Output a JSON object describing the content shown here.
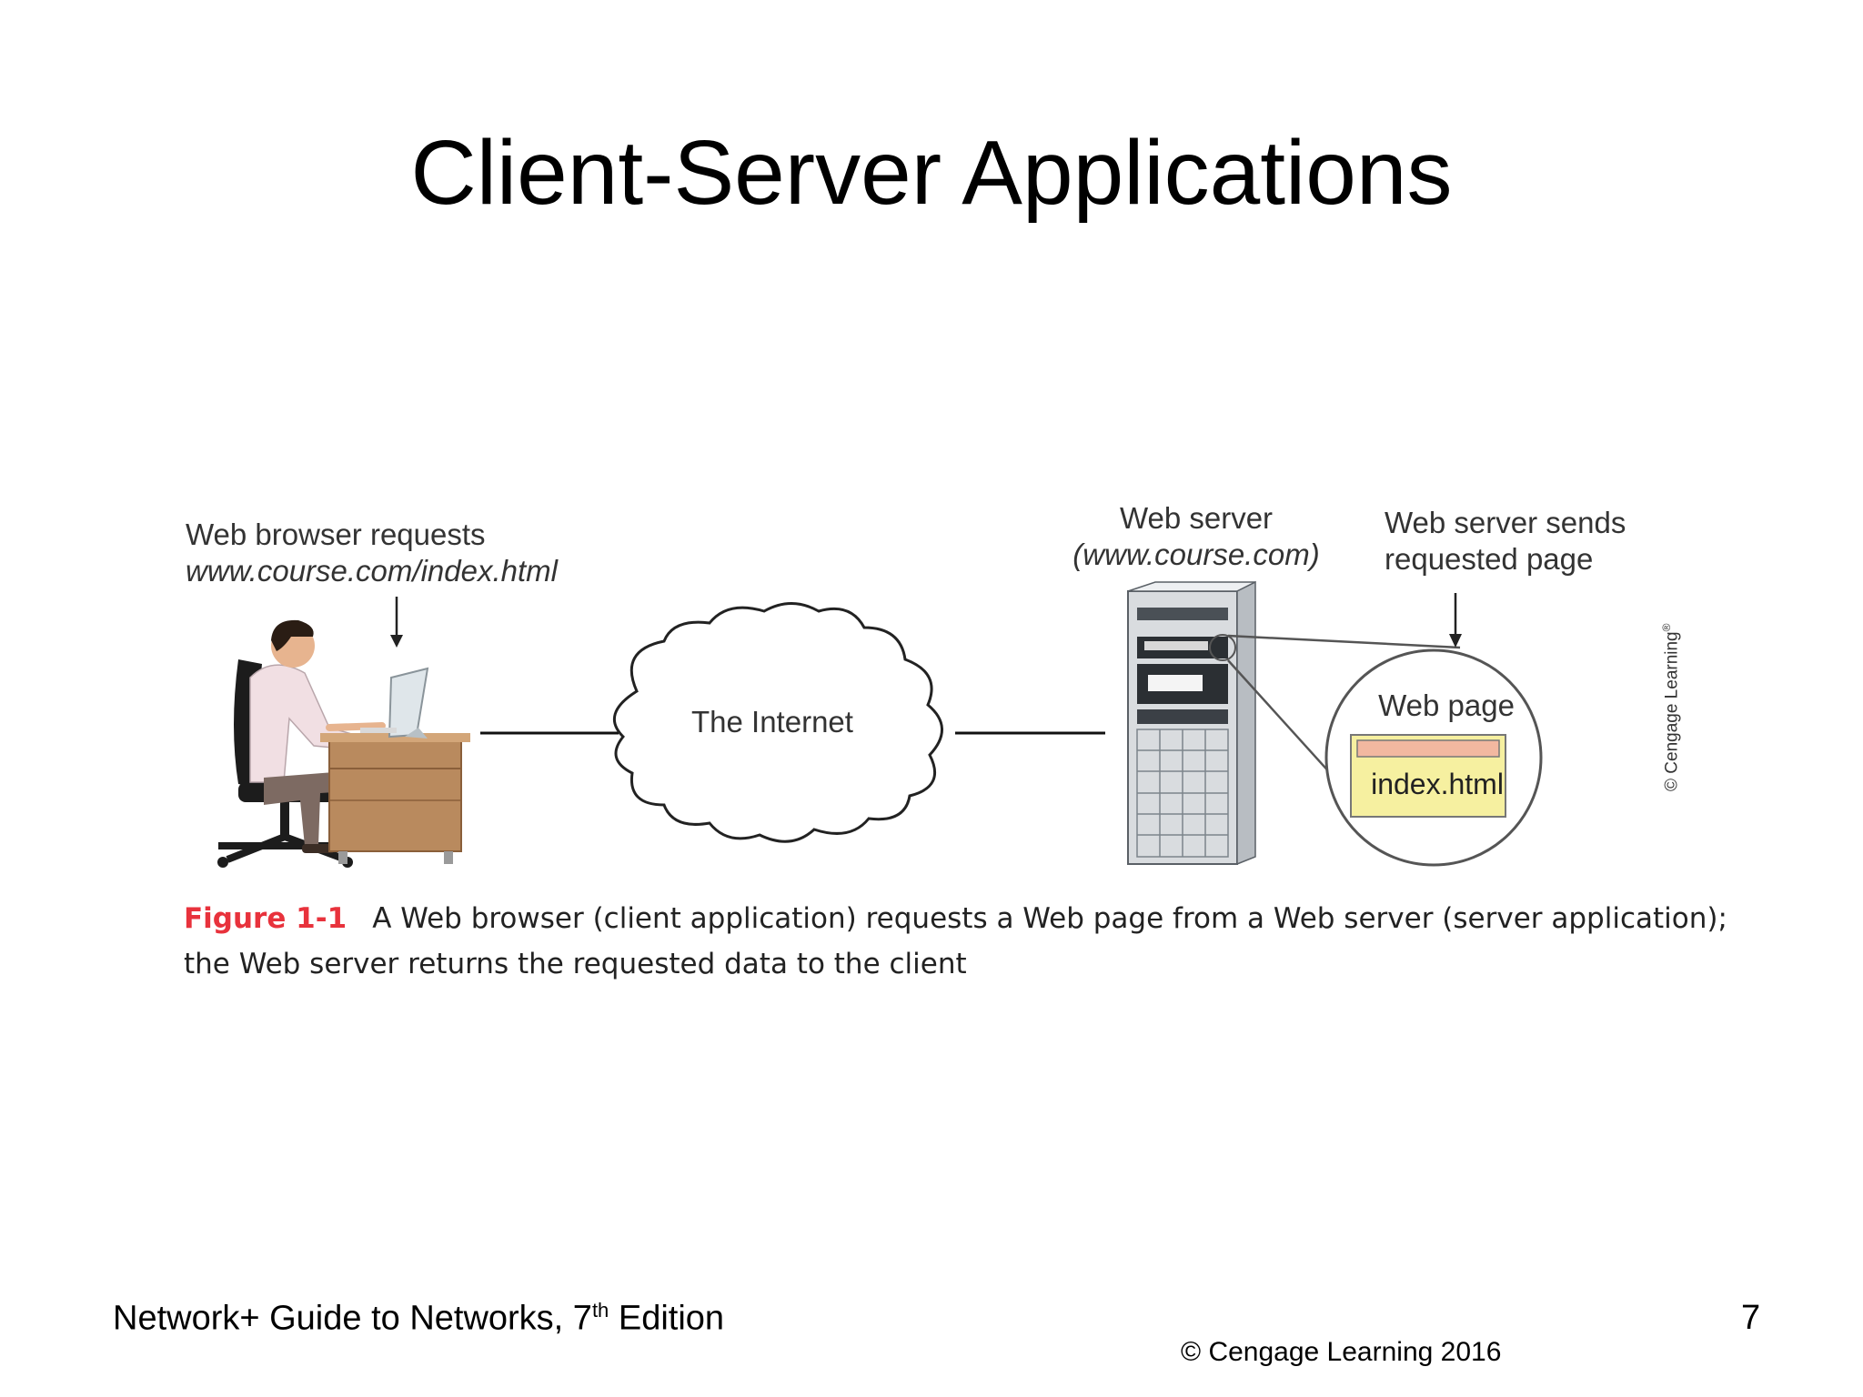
{
  "slide": {
    "title": "Client-Server Applications"
  },
  "figure": {
    "client_label_line1": "Web browser requests",
    "client_label_url": "www.course.com/index.html",
    "server_label_line1": "Web server",
    "server_label_line2": "(www.course.com)",
    "sends_label_line1": "Web server sends",
    "sends_label_line2": "requested page",
    "internet_label": "The Internet",
    "webpage_label": "Web page",
    "index_label": "index.html",
    "credit_text": "© Cengage Learning",
    "credit_mark": "®",
    "caption_number": "Figure 1-1",
    "caption_text": "A Web browser (client application) requests a Web page from a Web server (server application); the Web server returns the requested data to the client"
  },
  "footer": {
    "book_prefix": "Network+ Guide to Networks, 7",
    "book_sup": "th",
    "book_suffix": " Edition",
    "copyright": "© Cengage Learning  2016",
    "page_number": "7"
  },
  "colors": {
    "caption_accent": "#e8323c",
    "desk_wood": "#b98a5e",
    "page_bar": "#f2b8a0",
    "page_box": "#f6f0a0"
  }
}
